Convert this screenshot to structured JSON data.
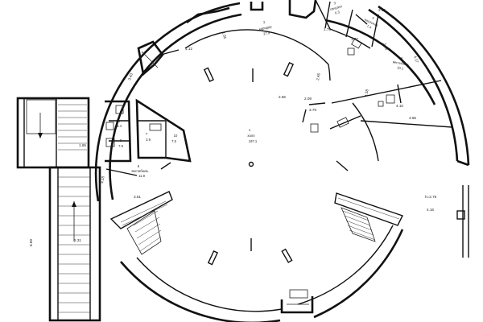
{
  "drawing": {
    "rooms": [
      {
        "num": "1",
        "name": "холл",
        "area": "197.1"
      },
      {
        "num": "2",
        "name": "коридор",
        "area": "27.9"
      },
      {
        "num": "3",
        "name": "санузел",
        "area": "6.3"
      },
      {
        "num": "4",
        "name": "насосная",
        "area": "7.4"
      },
      {
        "num": "5",
        "name": "вестибюль",
        "area": "10.1"
      },
      {
        "num": "6",
        "name": "вестибюль",
        "area": "11.9"
      },
      {
        "num": "7",
        "name": "",
        "area": "3.9"
      },
      {
        "num": "8",
        "name": "",
        "area": "3.4"
      },
      {
        "num": "9",
        "name": "",
        "area": "7.9"
      },
      {
        "num": "10",
        "name": "",
        "area": "7.5"
      }
    ],
    "dims": {
      "d165": "1.65",
      "d231": "2.31",
      "d869": "8.69",
      "d410": "4.10",
      "d465": "4.65",
      "d351": "3.51",
      "d343": "3.43",
      "d266": "2.66",
      "d209": "2.09",
      "d379": "3.79",
      "d246": "2.46",
      "d177": "1.77",
      "d175": "1.75",
      "d216": "2.16",
      "d346": "3.46",
      "d417": "4.17",
      "d112": "1.12",
      "d155": "1.55",
      "d418": "4.18",
      "d416": "4.16",
      "d158": "1.58",
      "level": "h=2.75"
    }
  }
}
